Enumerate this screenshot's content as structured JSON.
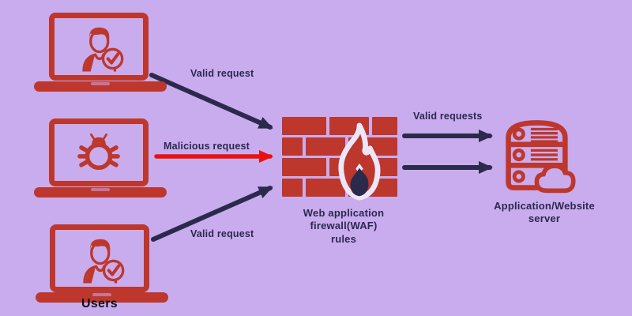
{
  "background": "#c9aced",
  "colors": {
    "node_red": "#bd372c",
    "malicious_red": "#ea1010",
    "arrow_navy": "#2b2a4c",
    "label_navy": "#2b2950",
    "users_text": "#10101a",
    "flame_outline": "#ece6f8"
  },
  "nodes": {
    "users": {
      "caption": "Users",
      "laptops": [
        {
          "icon": "user-check-icon"
        },
        {
          "icon": "bug-icon"
        },
        {
          "icon": "user-check-icon"
        }
      ]
    },
    "firewall": {
      "icon": "firewall-bricks-flame-icon",
      "label_lines": [
        "Web application",
        "firewall(WAF)",
        "rules"
      ]
    },
    "server": {
      "icon": "server-cloud-icon",
      "label_lines": [
        "Application/Website",
        "server"
      ]
    }
  },
  "edges": [
    {
      "from": "laptop-top",
      "to": "firewall",
      "label": "Valid request",
      "style": "navy-arrow"
    },
    {
      "from": "laptop-middle",
      "to": "firewall",
      "label": "Malicious request",
      "style": "red-arrow"
    },
    {
      "from": "laptop-bottom",
      "to": "firewall",
      "label": "Valid request",
      "style": "navy-arrow"
    },
    {
      "from": "firewall",
      "to": "server",
      "label": "Valid requests",
      "style": "navy-double-arrow"
    }
  ]
}
